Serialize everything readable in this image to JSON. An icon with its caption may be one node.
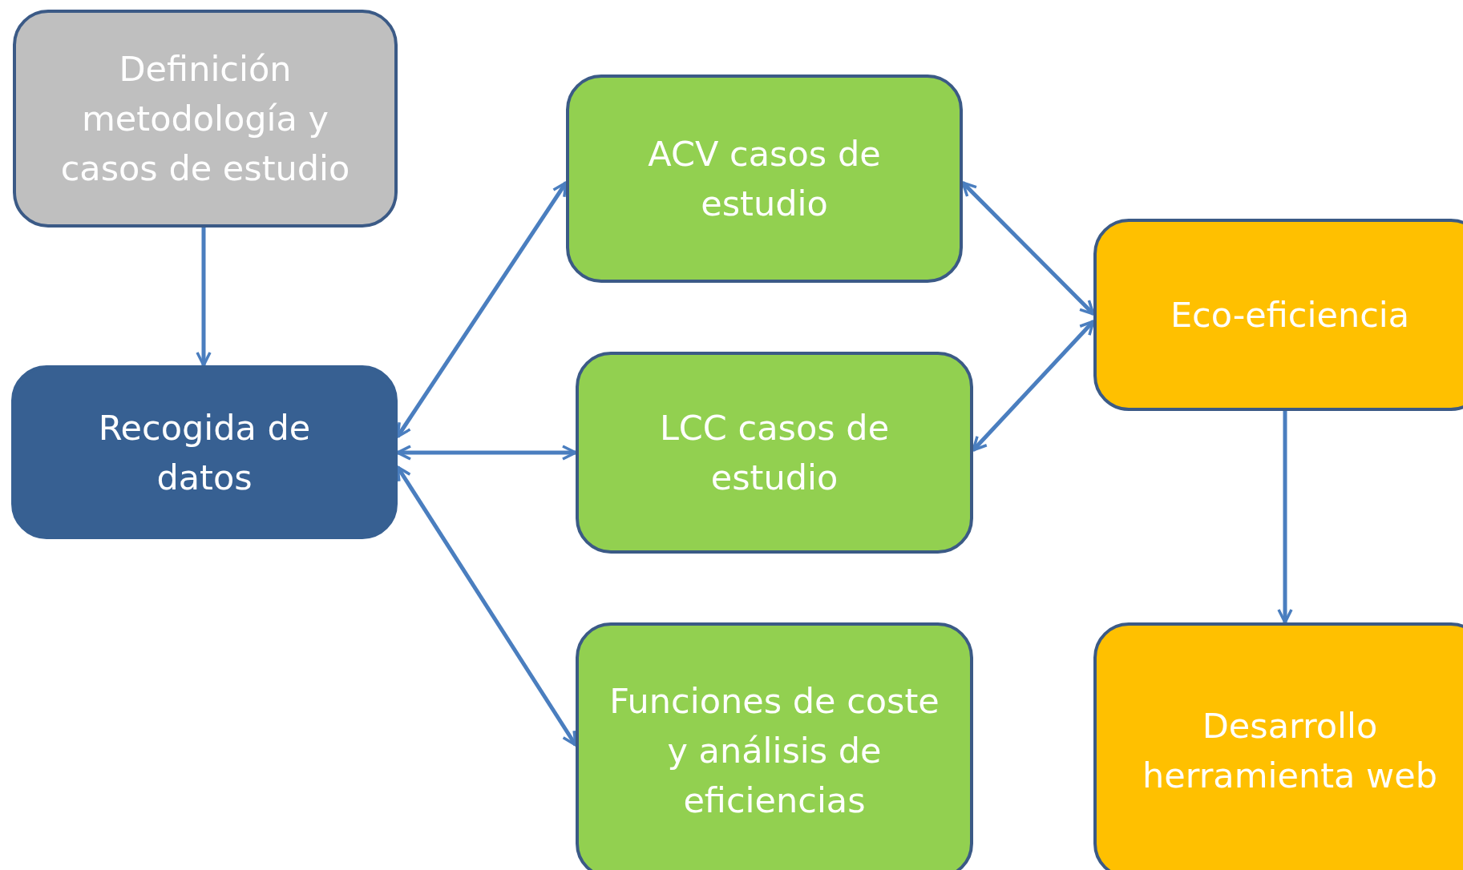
{
  "diagram": {
    "nodes": [
      {
        "text": [
          "Definición metodología y casos de estudio"
        ]
      },
      {
        "text": [
          "Recogida de datos"
        ]
      },
      {
        "text": [
          "ACV casos de estudio"
        ]
      },
      {
        "text": [
          "LCC casos de estudio"
        ]
      },
      {
        "text": [
          "Funciones de coste y análisis de eficiencias"
        ]
      },
      {
        "text": [
          "Eco-eficiencia"
        ]
      },
      {
        "text": [
          "Desarrollo herramienta web"
        ]
      }
    ],
    "edges": [
      {
        "from": 0,
        "to": 1,
        "arrow": "to"
      },
      {
        "from": 1,
        "to": 2,
        "arrow": "both"
      },
      {
        "from": 1,
        "to": 3,
        "arrow": "both"
      },
      {
        "from": 1,
        "to": 4,
        "arrow": "both"
      },
      {
        "from": 2,
        "to": 5,
        "arrow": "both"
      },
      {
        "from": 3,
        "to": 5,
        "arrow": "both"
      },
      {
        "from": 5,
        "to": 6,
        "arrow": "to"
      }
    ]
  }
}
